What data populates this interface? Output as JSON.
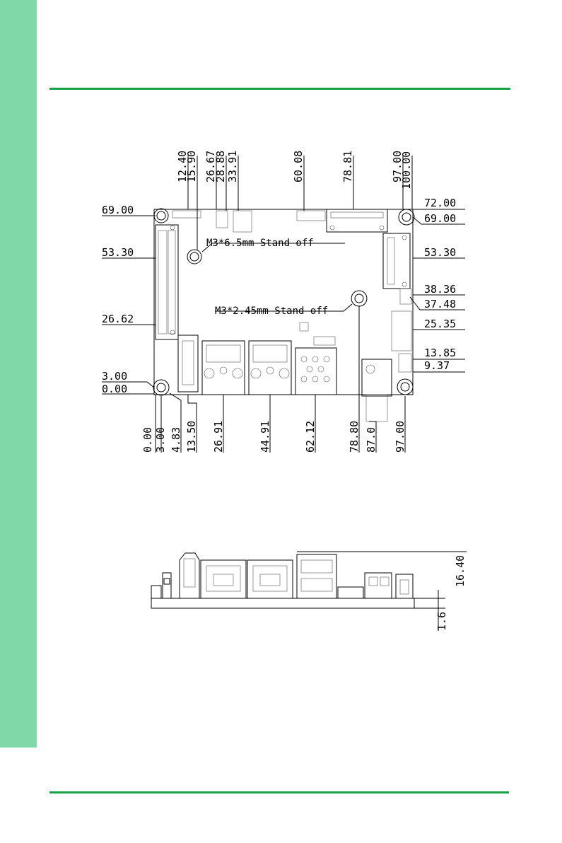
{
  "top_dims": [
    "12.40",
    "15.90",
    "26.67",
    "28.88",
    "33.91",
    "60.08",
    "78.81",
    "97.00",
    "100.00"
  ],
  "left_dims": [
    "69.00",
    "53.30",
    "26.62",
    "3.00",
    "0.00"
  ],
  "right_dims": [
    "72.00",
    "69.00",
    "53.30",
    "38.36",
    "37.48",
    "25.35",
    "13.85",
    "9.37"
  ],
  "bottom_dims": [
    "0.00",
    "3.00",
    "4.83",
    "13.50",
    "26.91",
    "44.91",
    "62.12",
    "78.80",
    "87.0",
    "97.00"
  ],
  "callouts": {
    "standoff_a": "M3*6.5mm Stand off",
    "standoff_b": "M3*2.45mm Stand off"
  },
  "side_dims": {
    "height": "16.40",
    "pcb_thickness": "1.6"
  },
  "colors": {
    "side_strip": "#80d8a8",
    "rule": "#1aa04a"
  }
}
